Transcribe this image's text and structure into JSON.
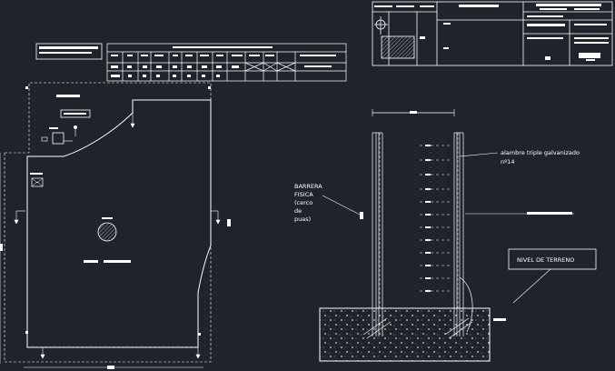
{
  "annotations": {
    "wire_label_line1": "alambre triple galvanizado",
    "wire_label_line2": "nº14",
    "barrier_label": [
      "BARRERA",
      "FISICA",
      "(cerco",
      "de",
      "puas)"
    ],
    "ground_level_label": "NIVEL DE TERRENO"
  },
  "colors": {
    "background": "#1f232b",
    "lines": "#ffffff"
  }
}
